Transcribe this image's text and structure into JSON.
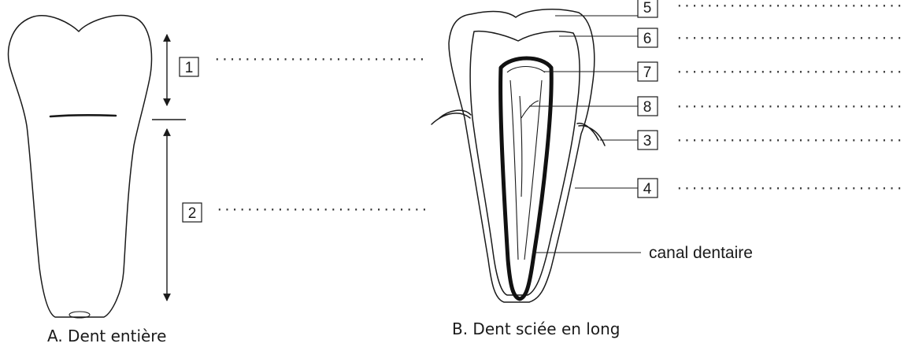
{
  "diagram_a": {
    "caption": "A. Dent entière",
    "labels": [
      {
        "num": "1",
        "dots": "····························"
      },
      {
        "num": "2",
        "dots": "····························"
      }
    ]
  },
  "diagram_b": {
    "caption": "B. Dent sciée en long",
    "canal_label": "canal dentaire",
    "labels": [
      {
        "num": "5",
        "dots": "································"
      },
      {
        "num": "6",
        "dots": "································"
      },
      {
        "num": "7",
        "dots": "································"
      },
      {
        "num": "8",
        "dots": "································"
      },
      {
        "num": "3",
        "dots": "································"
      },
      {
        "num": "4",
        "dots": "································"
      }
    ]
  }
}
